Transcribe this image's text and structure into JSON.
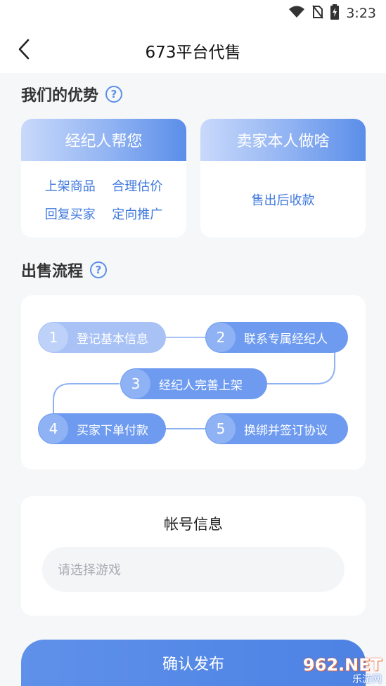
{
  "status_bar": {
    "time": "3:23",
    "icons": [
      "wifi-icon",
      "no-sim-icon",
      "battery-charging-icon"
    ]
  },
  "nav": {
    "title": "673平台代售",
    "back_icon": "chevron-left-icon"
  },
  "advantages": {
    "title": "我们的优势",
    "help_glyph": "?",
    "agent_card": {
      "header": "经纪人帮您",
      "items": [
        "上架商品",
        "合理估价",
        "回复买家",
        "定向推广"
      ]
    },
    "seller_card": {
      "header": "卖家本人做啥",
      "item": "售出后收款"
    }
  },
  "process": {
    "title": "出售流程",
    "help_glyph": "?",
    "steps": [
      {
        "num": "1",
        "label": "登记基本信息"
      },
      {
        "num": "2",
        "label": "联系专属经纪人"
      },
      {
        "num": "3",
        "label": "经纪人完善上架"
      },
      {
        "num": "4",
        "label": "买家下单付款"
      },
      {
        "num": "5",
        "label": "换绑并签订协议"
      }
    ]
  },
  "account": {
    "title": "帐号信息",
    "game_placeholder": "请选择游戏"
  },
  "confirm_button": "确认发布",
  "watermark": {
    "top": "962.NET",
    "bottom": "乐游网"
  },
  "colors": {
    "accent": "#5b8ee9",
    "link_text": "#3f78dd",
    "page_bg": "#f6f7f9"
  }
}
